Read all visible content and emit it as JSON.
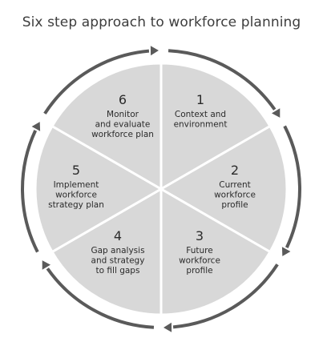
{
  "title": "Six step approach to workforce planning",
  "colors": {
    "segment": "#d8d8d8",
    "ring": "#5a5a5a",
    "text": "#2b2b2b"
  },
  "steps": [
    {
      "number": "1",
      "lines": [
        "Context and",
        "environment"
      ]
    },
    {
      "number": "2",
      "lines": [
        "Current",
        "workforce",
        "profile"
      ]
    },
    {
      "number": "3",
      "lines": [
        "Future",
        "workforce",
        "profile"
      ]
    },
    {
      "number": "4",
      "lines": [
        "Gap analysis",
        "and strategy",
        "to fill gaps"
      ]
    },
    {
      "number": "5",
      "lines": [
        "Implement",
        "workforce",
        "strategy plan"
      ]
    },
    {
      "number": "6",
      "lines": [
        "Monitor",
        "and evaluate",
        "workforce plan"
      ]
    }
  ]
}
